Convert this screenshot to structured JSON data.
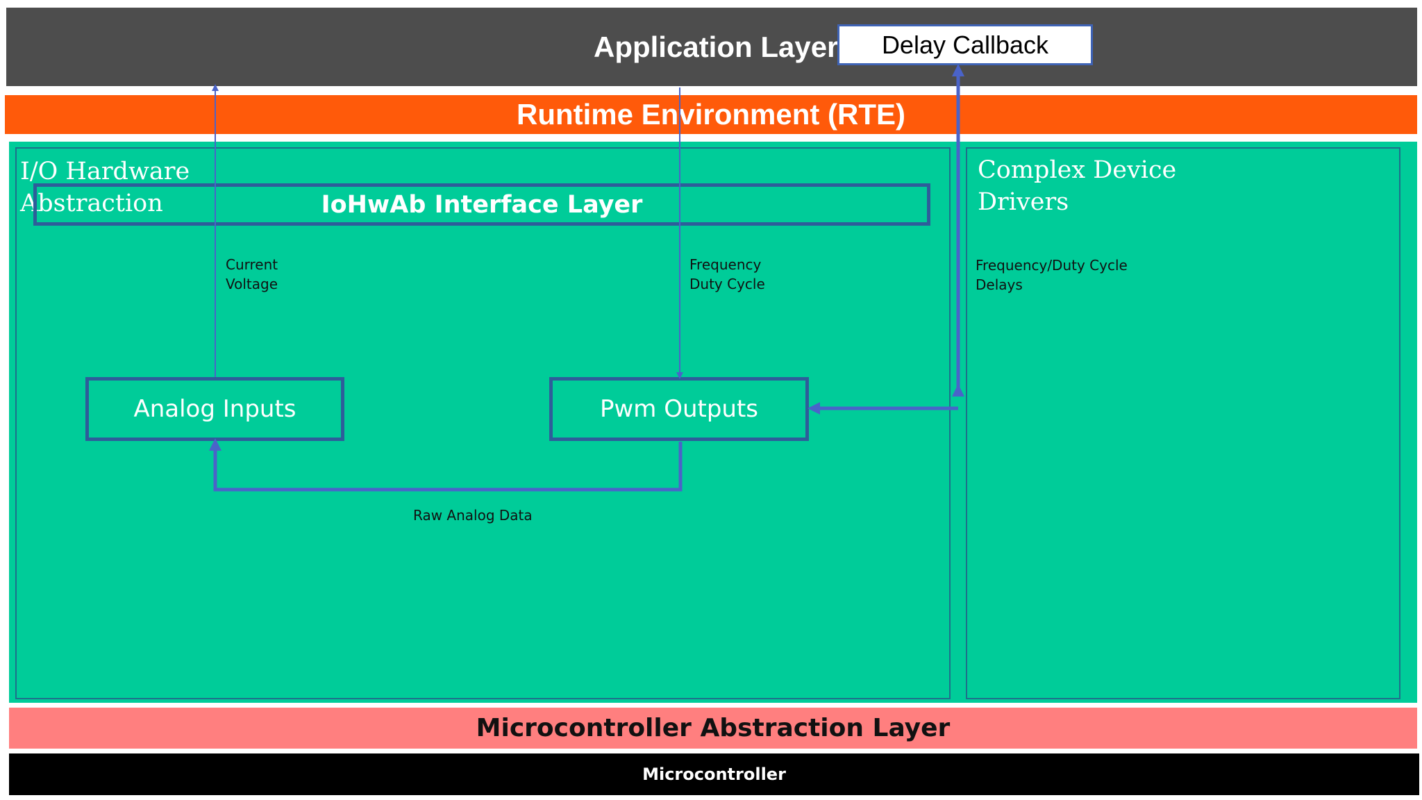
{
  "layers": {
    "application": "Application Layer",
    "delay_callback": "Delay Callback",
    "rte": "Runtime Environment (RTE)",
    "mcal": "Microcontroller Abstraction Layer",
    "microcontroller": "Microcontroller"
  },
  "io_hw_abstraction": {
    "title_line1": "I/O Hardware",
    "title_line2": "Abstraction",
    "interface_layer": "IoHwAb Interface Layer",
    "analog_inputs": "Analog Inputs",
    "pwm_outputs": "Pwm Outputs",
    "signals_up": [
      "Current",
      "Voltage"
    ],
    "signals_down": [
      "Frequency",
      "Duty Cycle"
    ],
    "raw_data": "Raw Analog Data"
  },
  "complex_drivers": {
    "title_line1": "Complex Device",
    "title_line2": "Drivers",
    "signals": [
      "Frequency/Duty Cycle",
      "Delays"
    ]
  },
  "colors": {
    "application_bg": "#4d4d4d",
    "rte_bg": "#ff5a0a",
    "swc_bg": "#00cc99",
    "mcal_bg": "#ff7f7f",
    "mcu_bg": "#000000",
    "arrow": "#4a63c9"
  }
}
